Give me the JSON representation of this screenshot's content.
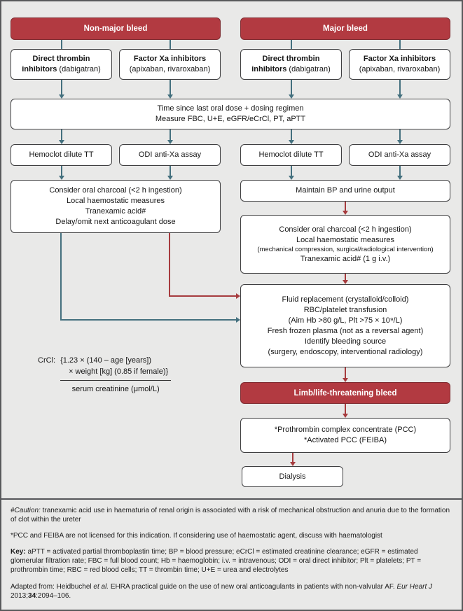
{
  "colors": {
    "background": "#e9e9e8",
    "box_red": "#b23a41",
    "red_line": "#a63b3e",
    "teal_line": "#44707e",
    "box_border": "#3f3f41"
  },
  "headers": {
    "non_major": "Non-major bleed",
    "major": "Major bleed",
    "limb": "Limb/life-threatening bleed"
  },
  "drugs": {
    "dti_bold": "Direct thrombin inhibitors",
    "dti_normal": " (dabigatran)",
    "fxa_bold": "Factor Xa inhibitors",
    "fxa_normal": " (apixaban, rivaroxaban)"
  },
  "time_box": {
    "line1": "Time since last oral dose + dosing regimen",
    "line2": "Measure FBC, U+E, eGFR/eCrCl, PT, aPTT"
  },
  "assays": {
    "hemoclot": "Hemoclot dilute TT",
    "odi": "ODI anti-Xa assay"
  },
  "non_major_management": {
    "lines": [
      "Consider oral charcoal (<2 h ingestion)",
      "Local haemostatic measures",
      "Tranexamic acid#",
      "Delay/omit next anticoagulant dose"
    ]
  },
  "maintain_bp": "Maintain BP and urine output",
  "major_management": {
    "line1": "Consider oral charcoal (<2 h ingestion)",
    "line2": "Local haemostatic measures",
    "line3_small": "(mechanical compression, surgical/radiological intervention)",
    "line4": "Tranexamic acid# (1 g i.v.)"
  },
  "fluid_box": {
    "lines": [
      "Fluid replacement (crystalloid/colloid)",
      "RBC/platelet transfusion",
      "(Aim Hb >80 g/L, Plt >75 × 10⁹/L)",
      "Fresh frozen plasma (not as a reversal agent)",
      "Identify bleeding source",
      "(surgery, endoscopy, interventional radiology)"
    ]
  },
  "crcl": {
    "label": "CrCl:",
    "numerator1": "{1.23 × (140 – age [years])",
    "numerator2": "× weight [kg] (0.85 if female)}",
    "denominator": "serum creatinine (μmol/L)"
  },
  "pcc_box": {
    "lines": [
      "*Prothrombin complex concentrate (PCC)",
      "*Activated PCC (FEIBA)"
    ]
  },
  "dialysis": "Dialysis",
  "footnotes": {
    "caution_prefix": "#Caution:",
    "caution_rest": " tranexamic acid use in haematuria of renal origin is associated with a risk of mechanical obstruction and anuria due to the formation of clot within the ureter",
    "pcc_note": "*PCC and FEIBA are not licensed for this indication. If considering use of haemostatic agent, discuss with haematologist",
    "key_label": "Key:",
    "key_text": " aPTT = activated partial thromboplastin time; BP = blood pressure; eCrCl = estimated creatinine clearance; eGFR = estimated glomerular filtration rate; FBC = full blood count; Hb = haemoglobin; i.v. = intravenous; ODI = oral direct inhibitor; Plt = platelets; PT = prothrombin time; RBC = red blood cells; TT = thrombin time; U+E = urea and electrolytes",
    "adapted_1": "Adapted from: Heidbuchel ",
    "adapted_2": "et al.",
    "adapted_3": " EHRA practical guide on the use of new oral anticoagulants in patients with non-valvular AF. ",
    "adapted_4": "Eur Heart J",
    "adapted_5": " 2013;",
    "adapted_6": "34",
    "adapted_7": ":2094–106."
  }
}
